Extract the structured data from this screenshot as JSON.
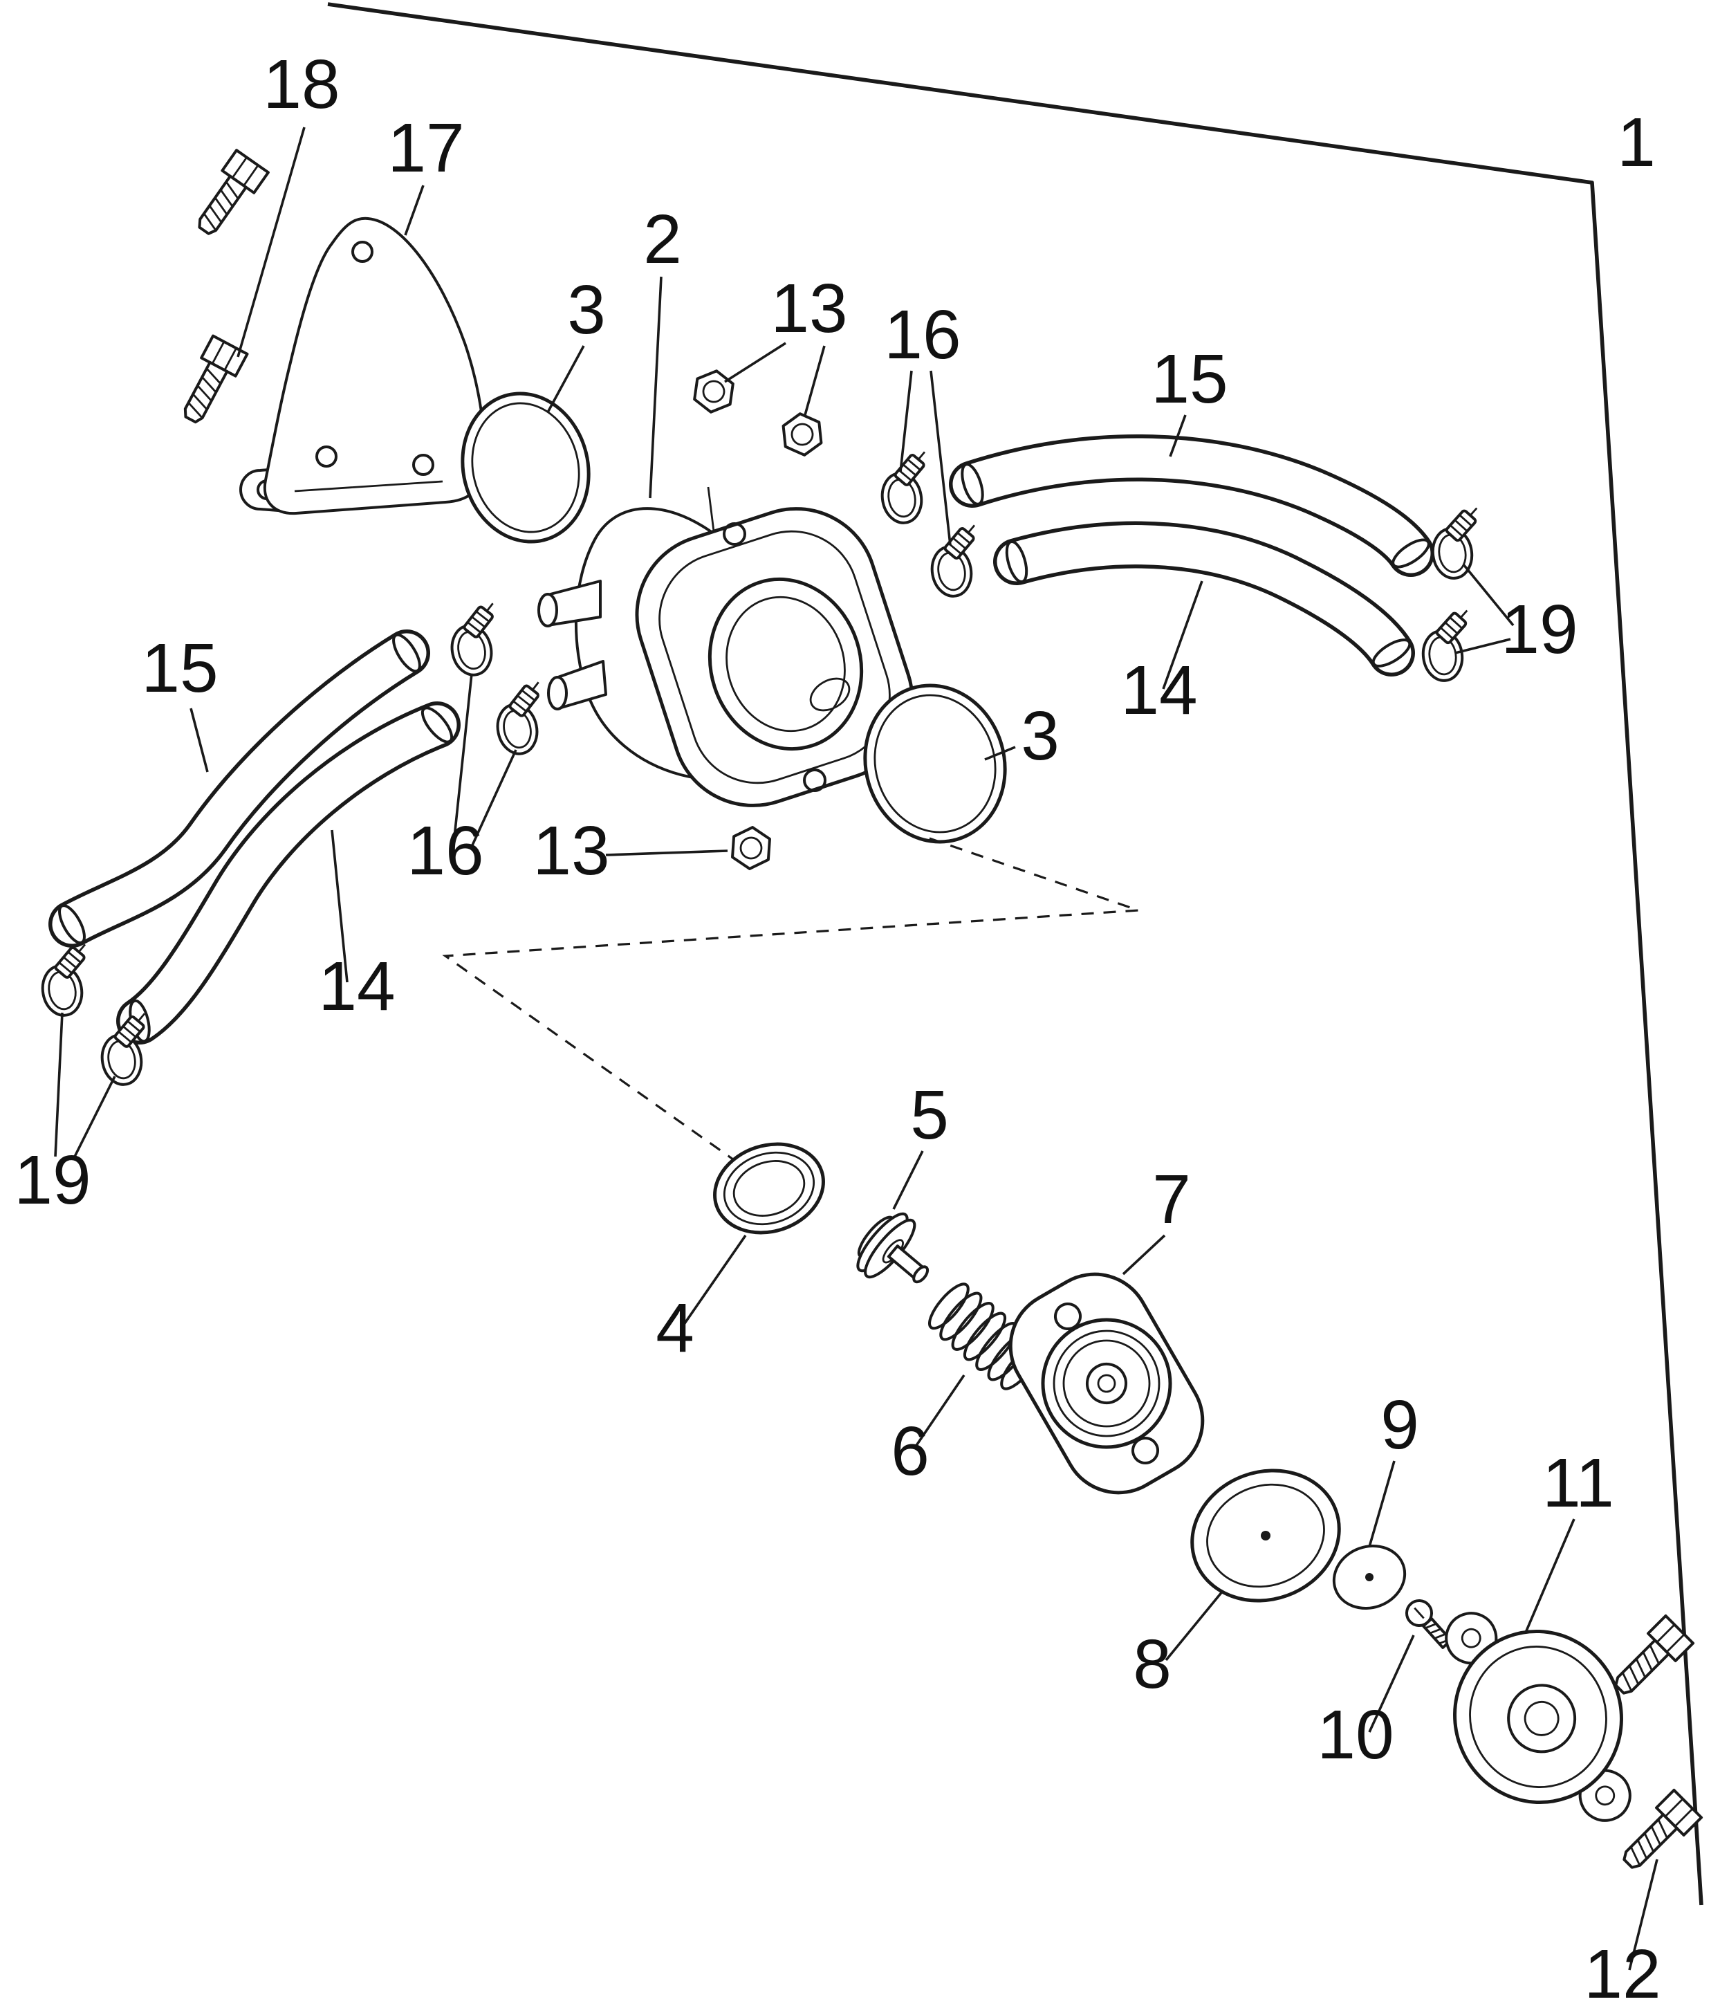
{
  "colors": {
    "background": "#ffffff",
    "line": "#1a1a1a"
  },
  "callouts": [
    {
      "id": "frame",
      "label": "1"
    },
    {
      "id": "bolts-top-left",
      "label": "18"
    },
    {
      "id": "bracket",
      "label": "17"
    },
    {
      "id": "thermostat-housing",
      "label": "2"
    },
    {
      "id": "o-ring-left",
      "label": "3"
    },
    {
      "id": "nuts-top",
      "label": "13"
    },
    {
      "id": "clamps-right-inner",
      "label": "16"
    },
    {
      "id": "hose-right-upper",
      "label": "15"
    },
    {
      "id": "clamps-right-outer",
      "label": "19"
    },
    {
      "id": "hose-right-lower",
      "label": "14"
    },
    {
      "id": "o-ring-right",
      "label": "3"
    },
    {
      "id": "clamps-left-inner",
      "label": "16"
    },
    {
      "id": "nut-bottom",
      "label": "13"
    },
    {
      "id": "hose-left-upper",
      "label": "15"
    },
    {
      "id": "hose-left-lower",
      "label": "14"
    },
    {
      "id": "clamps-left-outer",
      "label": "19"
    },
    {
      "id": "seal",
      "label": "4"
    },
    {
      "id": "thermostat",
      "label": "5"
    },
    {
      "id": "spring",
      "label": "6"
    },
    {
      "id": "inner-cover-plate",
      "label": "7"
    },
    {
      "id": "diaphragm",
      "label": "8"
    },
    {
      "id": "washer-disc",
      "label": "9"
    },
    {
      "id": "screw",
      "label": "10"
    },
    {
      "id": "outer-cover",
      "label": "11"
    },
    {
      "id": "cover-bolts",
      "label": "12"
    }
  ]
}
